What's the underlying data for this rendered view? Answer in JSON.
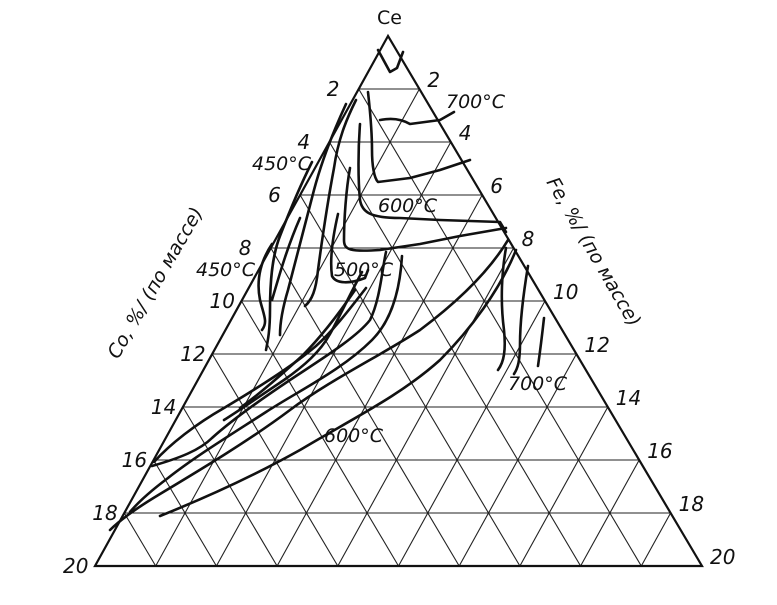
{
  "diagram": {
    "vertex_top": "Ce",
    "left_axis_title": "Co, %/ (по массе)",
    "right_axis_title": "Fe, %/ (по массе)",
    "left_ticks": [
      "2",
      "4",
      "6",
      "8",
      "10",
      "12",
      "14",
      "16",
      "18",
      "20"
    ],
    "right_ticks": [
      "2",
      "4",
      "6",
      "8",
      "10",
      "12",
      "14",
      "16",
      "18",
      "20"
    ],
    "temperature_labels": [
      "700°C",
      "450°C",
      "600°C",
      "450°C",
      "500°C",
      "700°C",
      "600°C"
    ],
    "grid_step_percent": 2,
    "axis_max_percent": 20
  }
}
